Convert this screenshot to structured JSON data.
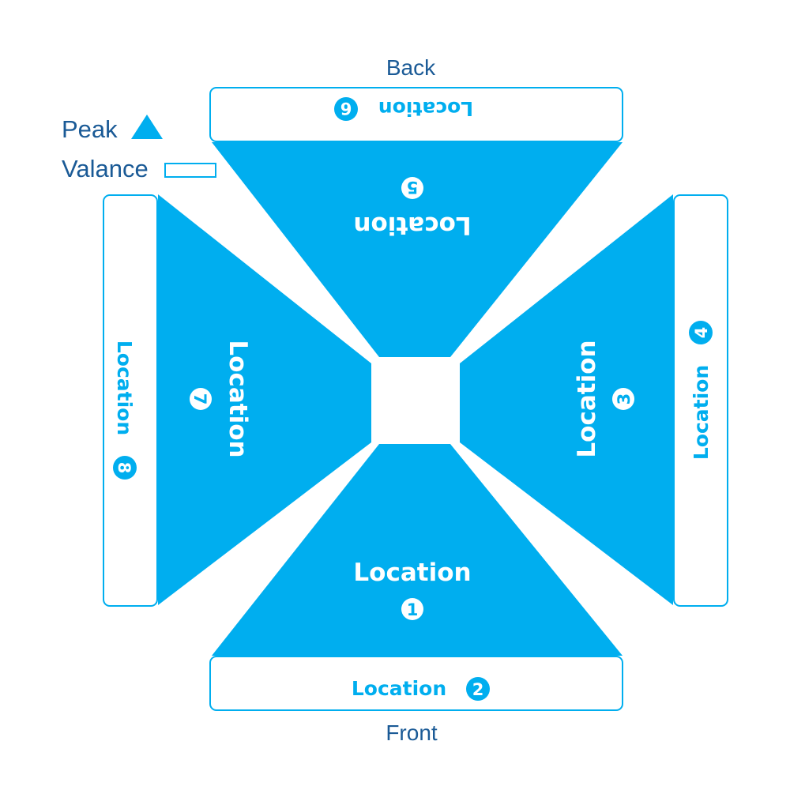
{
  "diagram": {
    "back_label": "Back",
    "front_label": "Front",
    "legend": {
      "peak_label": "Peak",
      "valance_label": "Valance"
    },
    "locations": {
      "loc1": {
        "text": "Location",
        "num": "1"
      },
      "loc2": {
        "text": "Location",
        "num": "2"
      },
      "loc3": {
        "text": "Location",
        "num": "3"
      },
      "loc4": {
        "text": "Location",
        "num": "4"
      },
      "loc5": {
        "text": "Location",
        "num": "5"
      },
      "loc6": {
        "text": "Location",
        "num": "6"
      },
      "loc7": {
        "text": "Location",
        "num": "7"
      },
      "loc8": {
        "text": "Location",
        "num": "8"
      }
    },
    "colors": {
      "peak_fill": "#00aeef",
      "outline": "#00aeef",
      "label_color": "#1a5a96",
      "label_on_peak": "#ffffff"
    }
  }
}
